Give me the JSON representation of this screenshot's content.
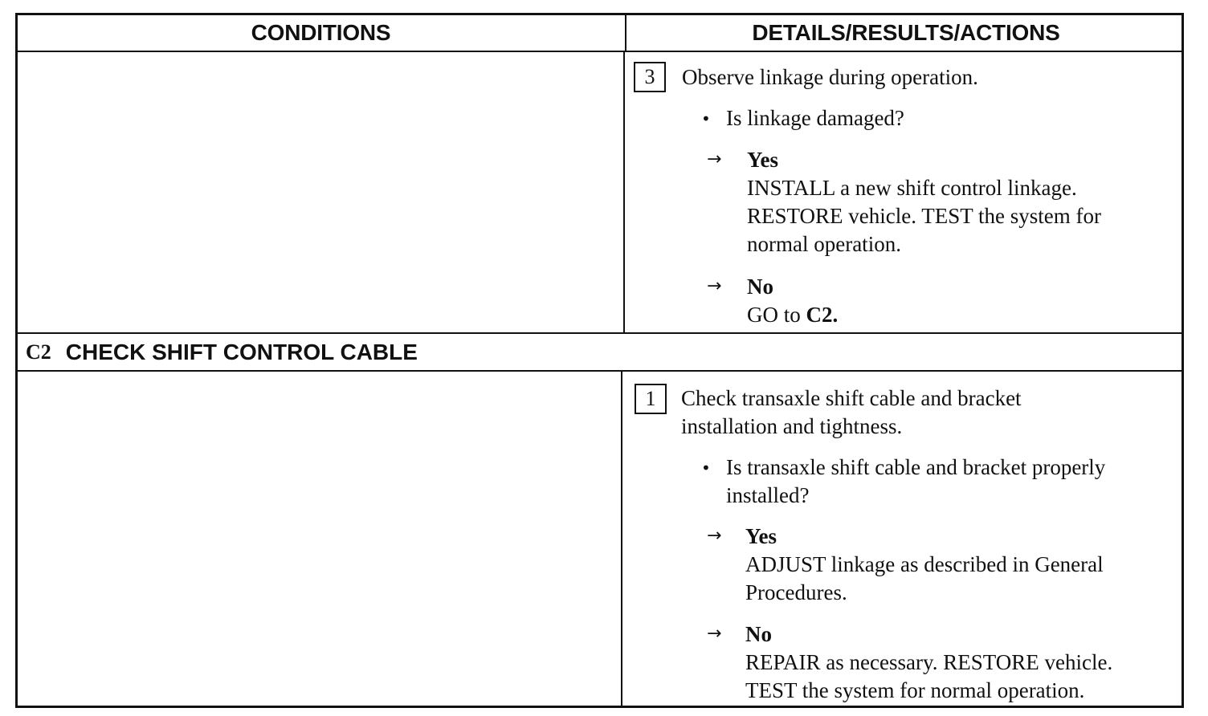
{
  "header": {
    "conditions": "CONDITIONS",
    "details": "DETAILS/RESULTS/ACTIONS"
  },
  "section_c2": {
    "code": "C2",
    "title": "CHECK SHIFT CONTROL CABLE"
  },
  "step3": {
    "number": "3",
    "instruction": "Observe linkage during operation.",
    "question": "Is linkage damaged?",
    "yes_label": "Yes",
    "yes_lines": [
      "INSTALL a new shift control linkage.",
      "RESTORE vehicle. TEST the system for",
      "normal operation."
    ],
    "no_label": "No",
    "no_action_prefix": "GO to ",
    "no_action_target": "C2."
  },
  "step1": {
    "number": "1",
    "instruction_lines": [
      "Check transaxle shift cable and bracket",
      "installation and tightness."
    ],
    "question_lines": [
      "Is transaxle shift cable and bracket properly",
      "installed?"
    ],
    "yes_label": "Yes",
    "yes_lines": [
      "ADJUST linkage as described in General",
      "Procedures."
    ],
    "no_label": "No",
    "no_lines": [
      "REPAIR as necessary. RESTORE vehicle.",
      "TEST the system for normal operation."
    ]
  },
  "icons": {
    "bullet": "bullet-icon",
    "arrow": "arrow-right-icon"
  }
}
